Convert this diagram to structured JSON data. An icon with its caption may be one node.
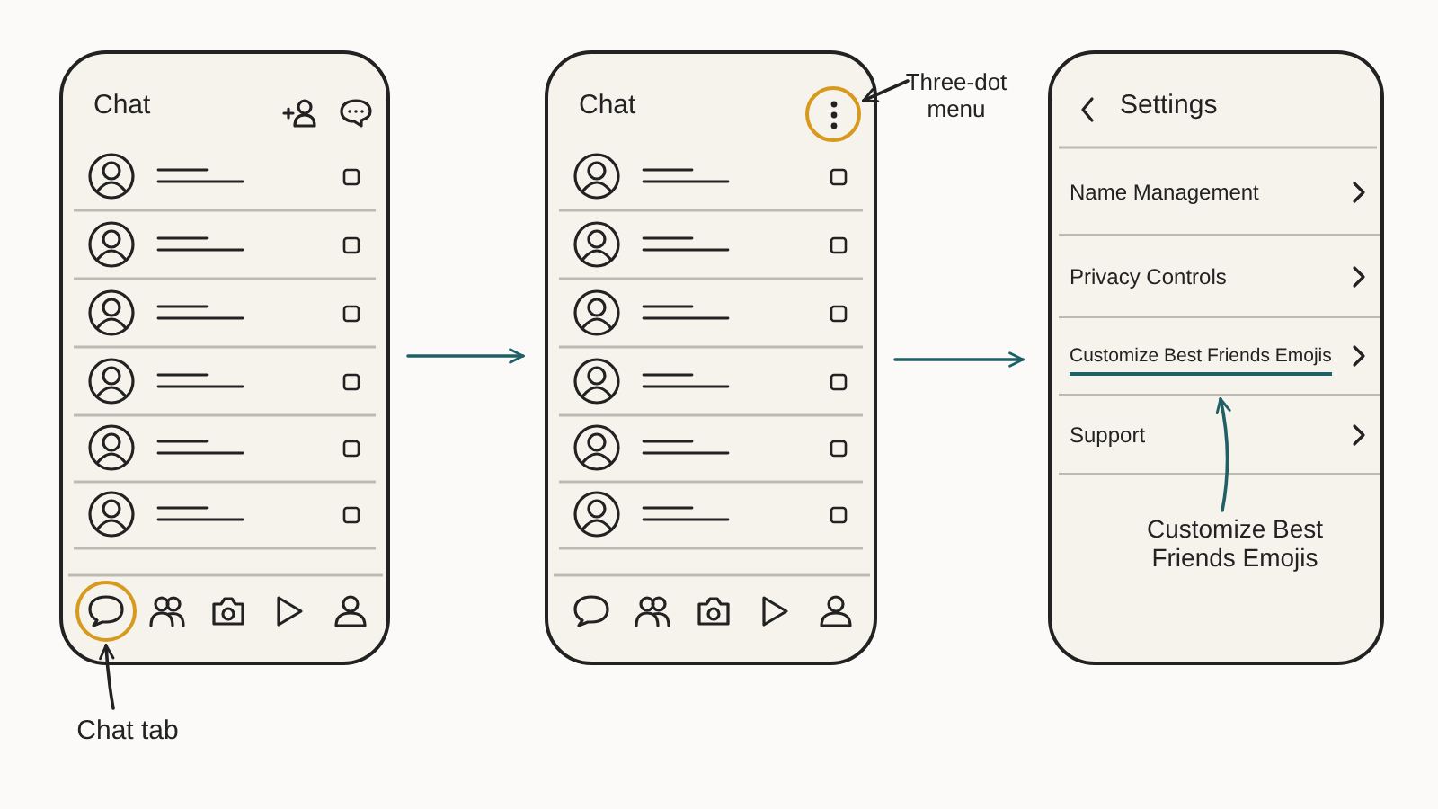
{
  "diagram": {
    "nodes": [
      {
        "text": [
          "Chat"
        ]
      },
      {
        "text": [],
        "shape": "circle",
        "in": 0
      },
      {
        "text": [
          "Chat tab"
        ]
      },
      {
        "text": [
          "Chat"
        ]
      },
      {
        "text": [],
        "shape": "circle",
        "in": 3
      },
      {
        "text": [
          "Three-dot menu"
        ]
      },
      {
        "text": [
          "Settings"
        ]
      },
      {
        "text": [
          "Name Management"
        ],
        "in": 6
      },
      {
        "text": [
          "Privacy Controls"
        ],
        "in": 6
      },
      {
        "text": [
          "Customize Best Friends Emojis"
        ],
        "in": 6
      },
      {
        "text": [
          "Support"
        ],
        "in": 6
      },
      {
        "text": [
          "Customize Best Friends Emojis"
        ],
        "in": 6
      }
    ],
    "edges": [
      {
        "from": 0,
        "to": 3,
        "arrow": "to"
      },
      {
        "from": 3,
        "to": 6,
        "arrow": "to"
      },
      {
        "from": 2,
        "to": 1,
        "arrow": "to",
        "color": "#222222"
      },
      {
        "from": 5,
        "to": 4,
        "arrow": "to",
        "color": "#222222"
      },
      {
        "from": 11,
        "to": 9,
        "arrow": "to"
      }
    ]
  }
}
